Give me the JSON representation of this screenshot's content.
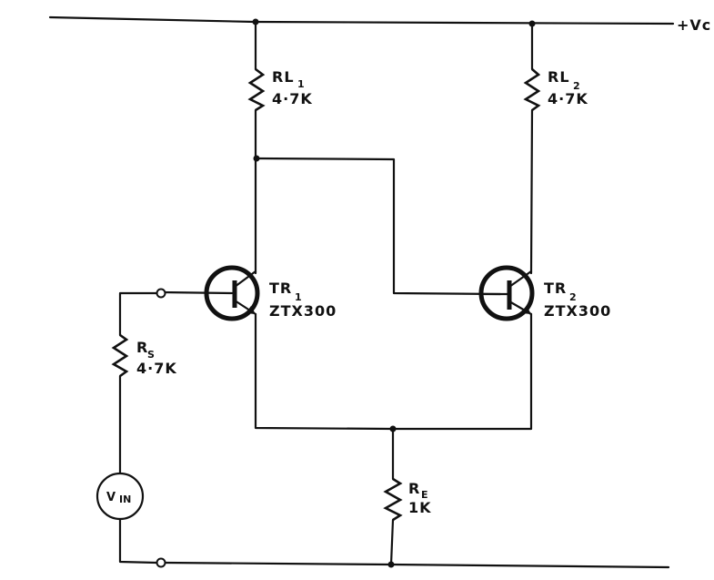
{
  "supply": {
    "label": "+Vc"
  },
  "components": {
    "rl1": {
      "name": "RL",
      "sub": "1",
      "value": "4·7K"
    },
    "rl2": {
      "name": "RL",
      "sub": "2",
      "value": "4·7K"
    },
    "rs": {
      "name": "R",
      "sub": "S",
      "value": "4·7K"
    },
    "re": {
      "name": "R",
      "sub": "E",
      "value": "1K"
    },
    "tr1": {
      "name": "TR",
      "sub": "1",
      "part": "ZTX300"
    },
    "tr2": {
      "name": "TR",
      "sub": "2",
      "part": "ZTX300"
    },
    "source": {
      "name": "V",
      "sub": "IN"
    }
  },
  "colors": {
    "ink": "#111111",
    "paper": "#ffffff"
  }
}
